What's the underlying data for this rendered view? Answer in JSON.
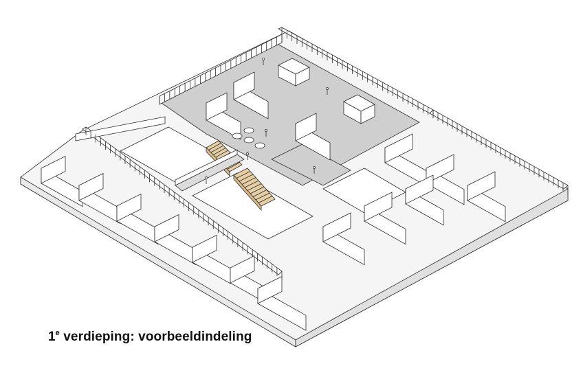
{
  "caption": {
    "number": "1",
    "ordinal_suffix": "e",
    "text": " verdieping: voorbeeldindeling"
  },
  "colors": {
    "floor_light": "#f2f2f2",
    "floor_gray": "#cfcfcf",
    "core_orange": "#e8957a",
    "stair_wood": "#e6cfa5",
    "line": "#2b2b2b"
  },
  "icons": [
    "person-icon",
    "stair-icon",
    "table-icon"
  ]
}
